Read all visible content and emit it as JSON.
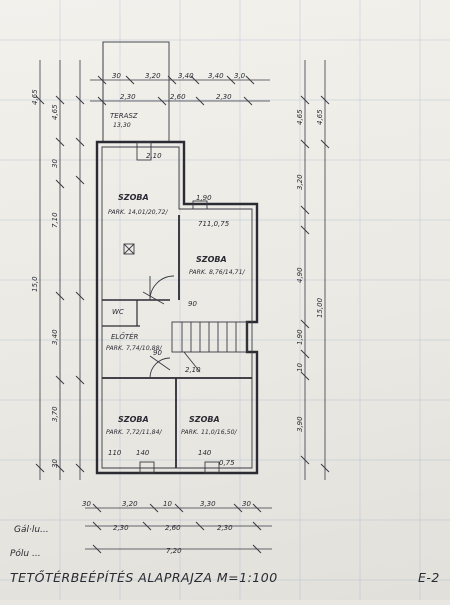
{
  "title": "TETŐTÉRBEÉPÍTÉS ALAPRAJZA M=1:100",
  "sheet_number": "E-2",
  "signature": {
    "line1": "Gál·lu...",
    "line2": "Pólu ..."
  },
  "rooms": {
    "terrace": {
      "name": "TERASZ",
      "area": "13,30",
      "door": "2,10"
    },
    "room1": {
      "name": "SZOBA",
      "area": "PARK. 14,01/20,72/"
    },
    "room2": {
      "name": "SZOBA",
      "area": "PARK. 8,76/14,71/",
      "window": "711,0,75",
      "window_top": "1,90"
    },
    "wc": {
      "name": "WC"
    },
    "hall": {
      "name": "ELŐTÉR",
      "area": "PARK. 7,74/10,88/"
    },
    "room3": {
      "name": "SZOBA",
      "area": "PARK. 7,72/11,84/",
      "door": "140",
      "door2": "110"
    },
    "room4": {
      "name": "SZOBA",
      "area": "PARK. 11,0/16,50/",
      "door": "140",
      "window": "0,75"
    },
    "stairs": {
      "dim1": "90",
      "dim2": "2,10",
      "dim3": "90"
    }
  },
  "dims": {
    "top_row1": [
      "30",
      "3,20",
      "3,40",
      "3,40",
      "3,0"
    ],
    "top_row2": [
      "2,30",
      "2,60",
      "2,30"
    ],
    "left_outer": [
      "4,65",
      "15,0"
    ],
    "left_mid": [
      "4,65",
      "30",
      "7,10",
      "3,40",
      "3,70",
      "30"
    ],
    "right_outer": [
      "4,65",
      "15,00"
    ],
    "right_inner": [
      "4,65",
      "3,20",
      "4,90",
      "1,90",
      "10",
      "3,90"
    ],
    "bottom_row1": [
      "30",
      "3,20",
      "10",
      "3,30",
      "30"
    ],
    "bottom_row2": [
      "2,30",
      "2,60",
      "2,30"
    ],
    "bottom_total": "7,20"
  }
}
